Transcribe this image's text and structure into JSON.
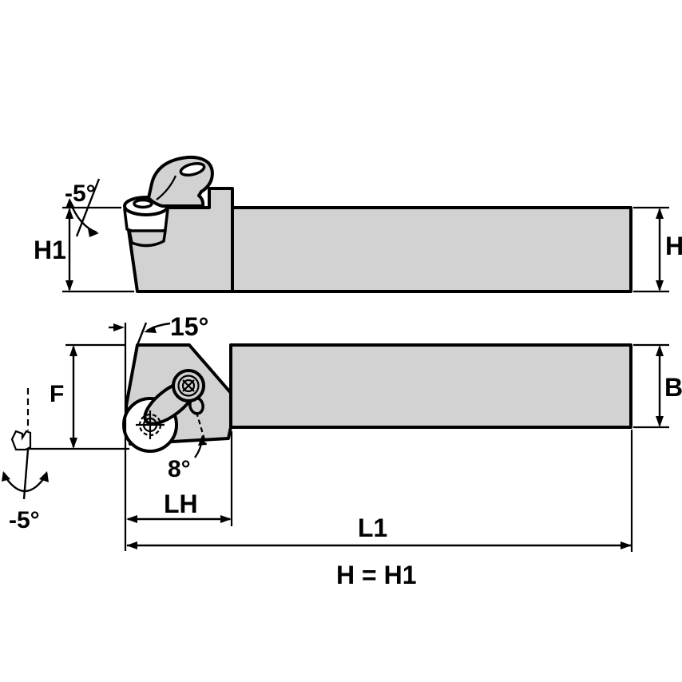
{
  "drawing": {
    "type": "tool-holder-dimension-drawing",
    "equation": "H = H1",
    "labels": {
      "back_rake": "-5°",
      "h1": "H1",
      "h": "H",
      "lead_angle": "15°",
      "f": "F",
      "b": "B",
      "end_angle": "8°",
      "lh": "LH",
      "l1": "L1",
      "inclination": "-5°"
    },
    "colors": {
      "outline": "#000000",
      "body": "#d2d2d2",
      "insert": "#ffffff",
      "background": "#ffffff"
    }
  }
}
